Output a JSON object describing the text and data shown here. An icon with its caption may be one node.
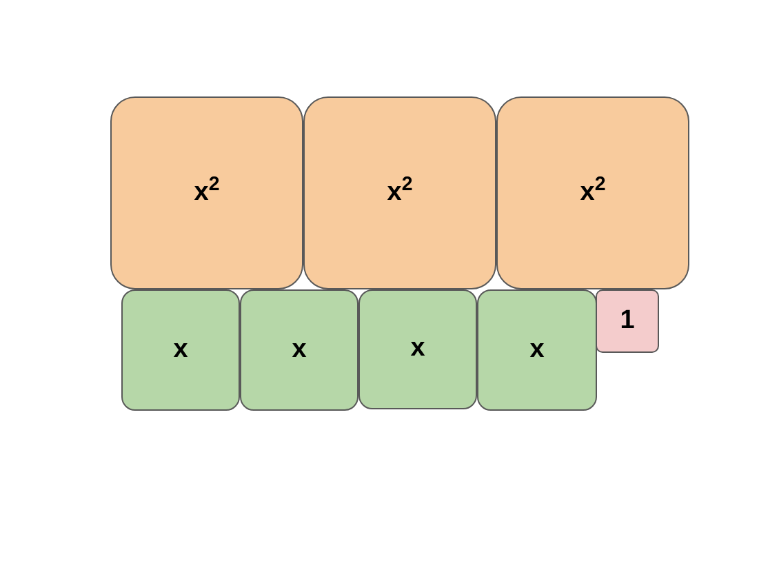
{
  "diagram": {
    "nodes": [
      {
        "text": [
          "x$^{2}$"
        ]
      },
      {
        "text": [
          "x$^{2}$"
        ]
      },
      {
        "text": [
          "x$^{2}$"
        ]
      },
      {
        "text": [
          "x"
        ]
      },
      {
        "text": [
          "x"
        ]
      },
      {
        "text": [
          "x"
        ]
      },
      {
        "text": [
          "x"
        ]
      },
      {
        "text": [
          "1"
        ]
      }
    ]
  }
}
